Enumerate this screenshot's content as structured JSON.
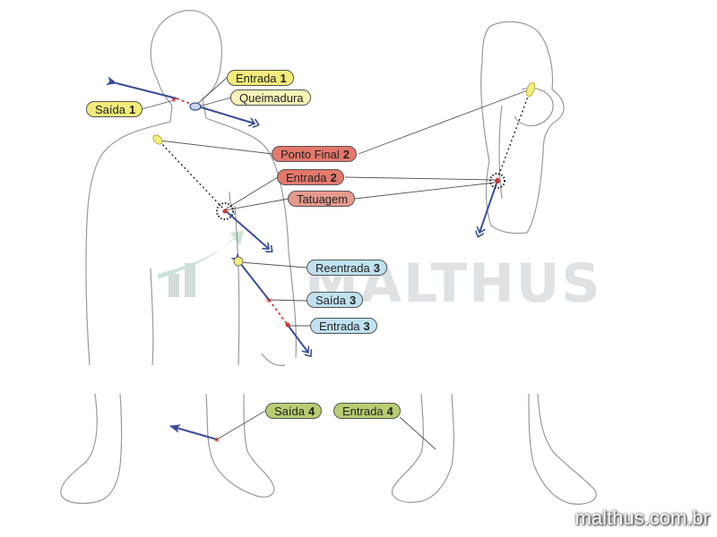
{
  "labels": {
    "entrada1": {
      "text": "Entrada",
      "num": "1"
    },
    "queimadura": {
      "text": "Queimadura",
      "num": ""
    },
    "saida1": {
      "text": "Saída",
      "num": "1"
    },
    "ponto_final2": {
      "text": "Ponto Final",
      "num": "2"
    },
    "entrada2": {
      "text": "Entrada",
      "num": "2"
    },
    "tatuagem": {
      "text": "Tatuagem",
      "num": ""
    },
    "reentrada3": {
      "text": "Reentrada",
      "num": "3"
    },
    "saida3": {
      "text": "Saída",
      "num": "3"
    },
    "entrada3": {
      "text": "Entrada",
      "num": "3"
    },
    "saida4": {
      "text": "Saída",
      "num": "4"
    },
    "entrada4": {
      "text": "Entrada",
      "num": "4"
    }
  },
  "colors": {
    "yellow": "#f3ec7a",
    "red": "#e4786c",
    "blue": "#bfe2f0",
    "green": "#b6cd72",
    "arrow": "#3a4d9a",
    "outline": "#9a9a9a"
  },
  "watermark": {
    "logo_text": "MALTHUS",
    "credit": "malthus.com.br"
  }
}
